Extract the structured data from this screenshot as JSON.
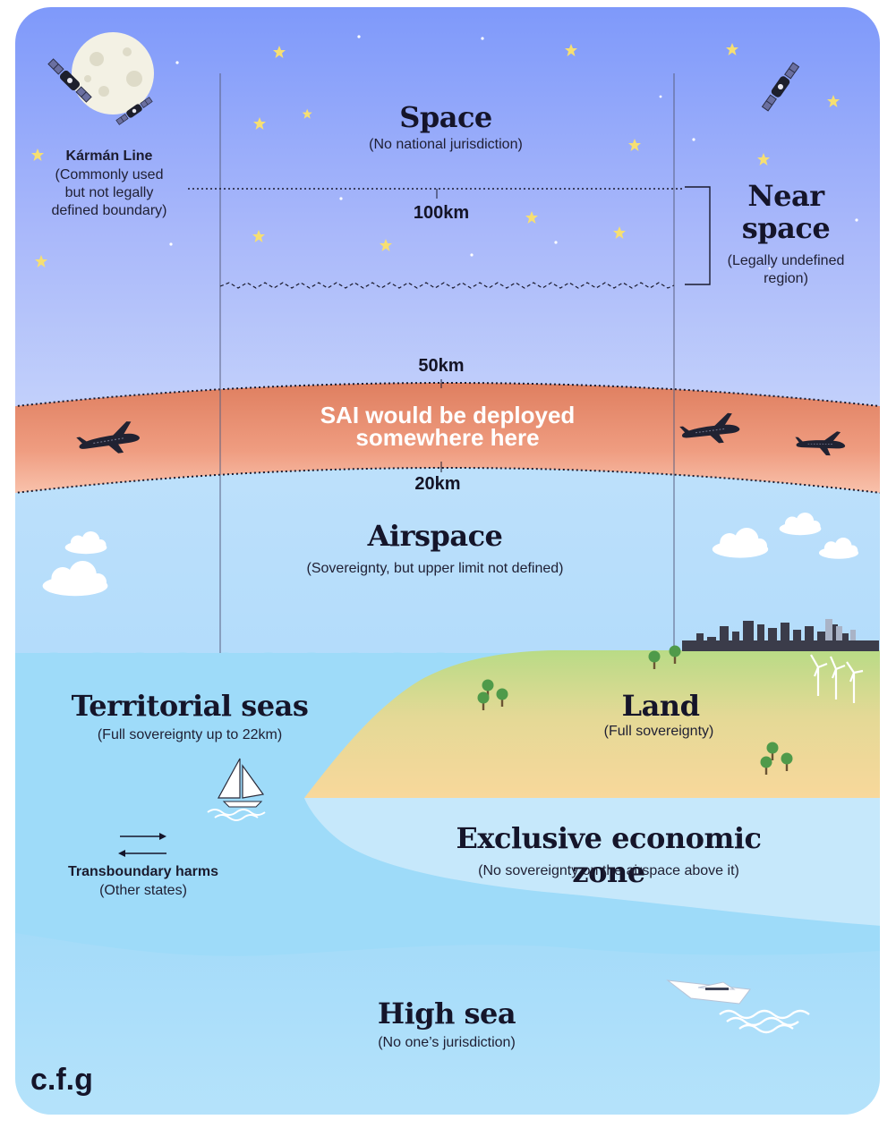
{
  "space": {
    "title": "Space",
    "subtitle": "(No national jurisdiction)"
  },
  "karman": {
    "title": "Kármán Line",
    "line1": "(Commonly used",
    "line2": "but not legally",
    "line3": "defined boundary)"
  },
  "near_space": {
    "title1": "Near",
    "title2": "space",
    "sub1": "(Legally undefined",
    "sub2": "region)"
  },
  "altitudes": {
    "km100": "100km",
    "km50": "50km",
    "km20": "20km"
  },
  "sai": {
    "line1": "SAI would be deployed",
    "line2": "somewhere here"
  },
  "airspace": {
    "title": "Airspace",
    "subtitle": "(Sovereignty, but upper limit not defined)"
  },
  "territorial": {
    "title": "Territorial seas",
    "subtitle": "(Full sovereignty up to 22km)"
  },
  "land": {
    "title": "Land",
    "subtitle": "(Full sovereignty)"
  },
  "eez": {
    "title": "Exclusive economic zone",
    "subtitle": "(No sovereignty on the airspace above it)"
  },
  "transboundary": {
    "title": "Transboundary harms",
    "subtitle": "(Other states)"
  },
  "high_sea": {
    "title": "High sea",
    "subtitle": "(No one’s jurisdiction)"
  },
  "logo": "c.f.g",
  "colors": {
    "sky_top": "#7f9cf9",
    "sky_mid": "#aebcf9",
    "air": "#bfe1fb",
    "sai_band": "#e69273",
    "sea": "#9fdcfa",
    "eez": "#c7e9fb",
    "high_sea": "#a8dcf8",
    "land_green": "#bfdc8a",
    "land_sand": "#f6d79a",
    "ink": "#15152a"
  }
}
